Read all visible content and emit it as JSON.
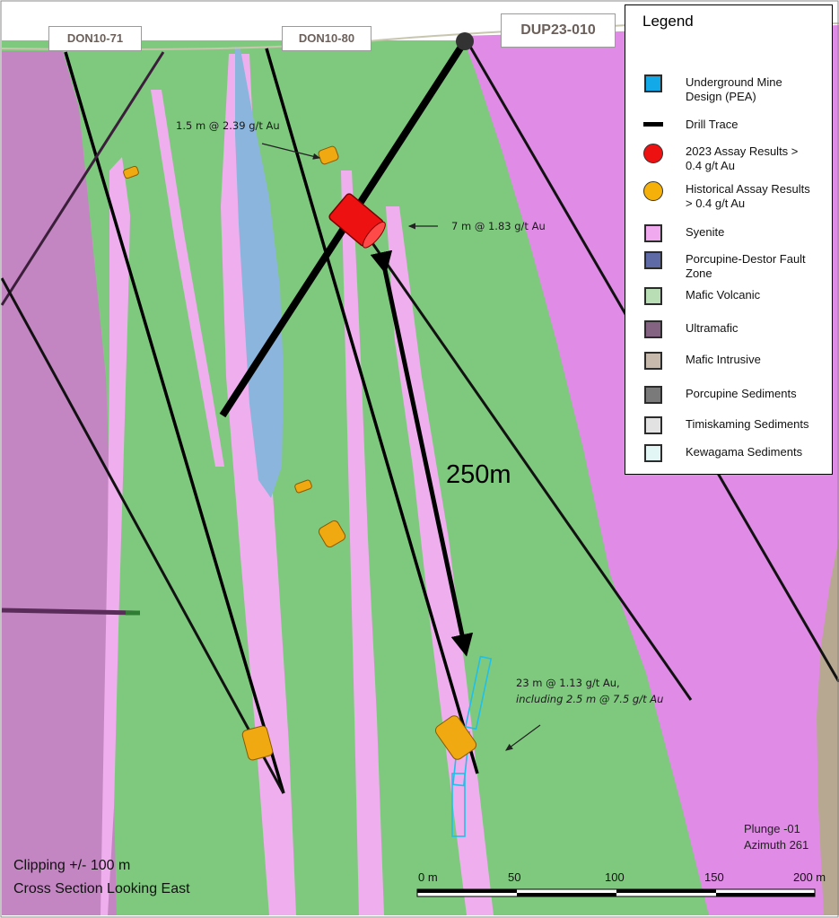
{
  "drill_holes": [
    {
      "id": "don10-71",
      "label": "DON10-71"
    },
    {
      "id": "don10-80",
      "label": "DON10-80"
    },
    {
      "id": "dup23-010",
      "label": "DUP23-010"
    }
  ],
  "annotations": {
    "upper": "1.5 m @ 2.39 g/t Au",
    "red": "7 m @ 1.83 g/t Au",
    "lower_line1": "23 m @ 1.13 g/t Au,",
    "lower_line2": "including 2.5 m @ 7.5 g/t Au"
  },
  "distance_label": "250m",
  "legend": {
    "title": "Legend",
    "items": [
      {
        "label": "Underground Mine Design (PEA)",
        "color": "#13a8e8",
        "shape": "square"
      },
      {
        "label": "Drill Trace",
        "color": "#000000",
        "shape": "line"
      },
      {
        "label": "2023 Assay Results > 0.4 g/t Au",
        "color": "#ee1111",
        "shape": "circle"
      },
      {
        "label": "Historical Assay Results > 0.4 g/t Au",
        "color": "#f5b10a",
        "shape": "circle"
      },
      {
        "label": "Syenite",
        "color": "#f0a8ee",
        "shape": "square"
      },
      {
        "label": "Porcupine-Destor Fault Zone",
        "color": "#5e6aa6",
        "shape": "square"
      },
      {
        "label": "Mafic Volcanic",
        "color": "#b9deb5",
        "shape": "square"
      },
      {
        "label": "Ultramafic",
        "color": "#836282",
        "shape": "square"
      },
      {
        "label": "Mafic Intrusive",
        "color": "#c8b9ad",
        "shape": "square"
      },
      {
        "label": "Porcupine Sediments",
        "color": "#7a7a7a",
        "shape": "square"
      },
      {
        "label": "Timiskaming Sediments",
        "color": "#e2e2e2",
        "shape": "square"
      },
      {
        "label": "Kewagama Sediments",
        "color": "#e3f6f6",
        "shape": "square"
      }
    ]
  },
  "footer": {
    "clipping": "Clipping +/- 100 m",
    "view": "Cross Section Looking East",
    "plunge": "Plunge -01",
    "azimuth": "Azimuth 261"
  },
  "scale_bar": {
    "ticks": [
      "0 m",
      "50",
      "100",
      "150",
      "200 m"
    ]
  },
  "colors": {
    "mafic_volcanic": "#7fc97f",
    "syenite": "#efaeed",
    "ultramafic": "#c486c3",
    "sediment_pink": "#e08be6",
    "fault_blue": "#8bb5dc",
    "mafic_intrusive": "#b7a991",
    "assay_2023": "#ee1111",
    "assay_historical": "#f0a910",
    "mine_design": "#20c0e8"
  }
}
